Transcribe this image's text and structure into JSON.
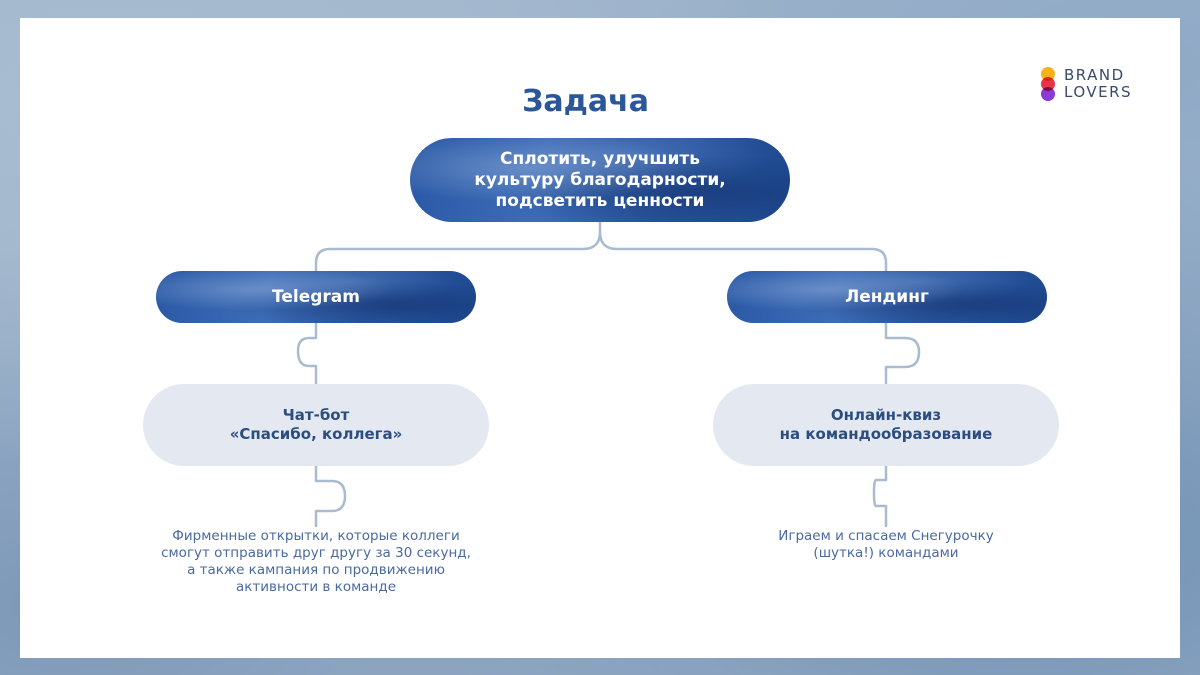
{
  "slide": {
    "title": "Задача",
    "logo": {
      "line1": "BRAND",
      "line2": "LOVERS"
    }
  },
  "diagram": {
    "root": {
      "lines": [
        "Сплотить, улучшить",
        "культуру благодарности,",
        "подсветить ценности"
      ]
    },
    "branches": [
      {
        "label": "Telegram",
        "child": {
          "lines": [
            "Чат-бот",
            "«Спасибо, коллега»"
          ]
        },
        "description": [
          "Фирменные открытки, которые коллеги",
          "смогут отправить друг другу за 30 секунд,",
          "а также кампания по продвижению",
          "активности в команде"
        ]
      },
      {
        "label": "Лендинг",
        "child": {
          "lines": [
            "Онлайн-квиз",
            "на командообразование"
          ]
        },
        "description": [
          "Играем и спасаем Снегурочку",
          "(шутка!) командами"
        ]
      }
    ]
  },
  "colors": {
    "accent": "#2b569a",
    "pill_light": "#e4e9f1",
    "connector": "#a9bccf",
    "description_text": "#4a6aa0"
  }
}
